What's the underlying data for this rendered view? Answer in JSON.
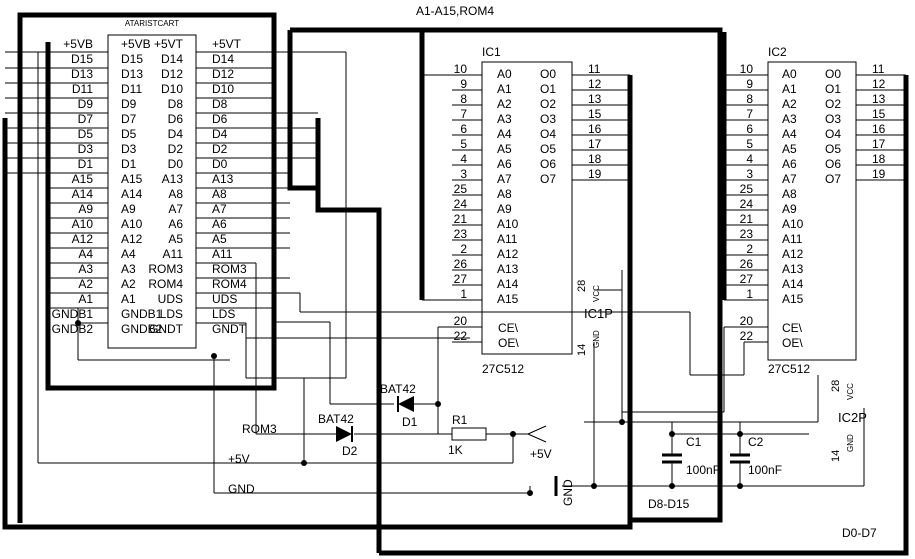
{
  "title": "A1-A15,ROM4",
  "cart": {
    "label": "ATARISTCART",
    "left_outer": [
      "+5VB",
      "D15",
      "D13",
      "D11",
      "D9",
      "D7",
      "D5",
      "D3",
      "D1",
      "A15",
      "A14",
      "A9",
      "A10",
      "A12",
      "A4",
      "A3",
      "A2",
      "A1",
      "GNDB1",
      "GNDB2"
    ],
    "left_inner": [
      "+5VB",
      "D15",
      "D13",
      "D11",
      "D9",
      "D7",
      "D5",
      "D3",
      "D1",
      "A15",
      "A14",
      "A9",
      "A10",
      "A12",
      "A4",
      "A3",
      "A2",
      "A1",
      "GNDB1",
      "GNDB2"
    ],
    "right_inner": [
      "+5VT",
      "D14",
      "D12",
      "D10",
      "D8",
      "D6",
      "D4",
      "D2",
      "D0",
      "A13",
      "A8",
      "A7",
      "A6",
      "A5",
      "A11",
      "ROM3",
      "ROM4",
      "UDS",
      "LDS",
      "GNDT"
    ],
    "right_outer": [
      "+5VT",
      "D14",
      "D12",
      "D10",
      "D8",
      "D6",
      "D4",
      "D2",
      "D0",
      "A13",
      "A8",
      "A7",
      "A6",
      "A5",
      "A11",
      "ROM3",
      "ROM4",
      "UDS",
      "LDS",
      "GNDT"
    ]
  },
  "ic1": {
    "name": "IC1",
    "part": "27C512",
    "power_name": "IC1P",
    "addr_pins": [
      "10",
      "9",
      "8",
      "7",
      "6",
      "5",
      "4",
      "3",
      "25",
      "24",
      "21",
      "23",
      "2",
      "26",
      "27",
      "1"
    ],
    "addr_names": [
      "A0",
      "A1",
      "A2",
      "A3",
      "A4",
      "A5",
      "A6",
      "A7",
      "A8",
      "A9",
      "A10",
      "A11",
      "A12",
      "A13",
      "A14",
      "A15"
    ],
    "data_names": [
      "O0",
      "O1",
      "O2",
      "O3",
      "O4",
      "O5",
      "O6",
      "O7"
    ],
    "data_pins": [
      "11",
      "12",
      "13",
      "15",
      "16",
      "17",
      "18",
      "19"
    ],
    "ctrl_pins": [
      "20",
      "22"
    ],
    "ctrl_names": [
      "CE\\",
      "OE\\"
    ],
    "vcc_pin": "28",
    "vcc": "VCC",
    "gnd_pin": "14",
    "gnd": "GND"
  },
  "ic2": {
    "name": "IC2",
    "part": "27C512",
    "power_name": "IC2P",
    "addr_pins": [
      "10",
      "9",
      "8",
      "7",
      "6",
      "5",
      "4",
      "3",
      "25",
      "24",
      "21",
      "23",
      "2",
      "26",
      "27",
      "1"
    ],
    "addr_names": [
      "A0",
      "A1",
      "A2",
      "A3",
      "A4",
      "A5",
      "A6",
      "A7",
      "A8",
      "A9",
      "A10",
      "A11",
      "A12",
      "A13",
      "A14",
      "A15"
    ],
    "data_names": [
      "O0",
      "O1",
      "O2",
      "O3",
      "O4",
      "O5",
      "O6",
      "O7"
    ],
    "data_pins": [
      "11",
      "12",
      "13",
      "15",
      "16",
      "17",
      "18",
      "19"
    ],
    "ctrl_pins": [
      "20",
      "22"
    ],
    "ctrl_names": [
      "CE\\",
      "OE\\"
    ],
    "vcc_pin": "28",
    "vcc": "VCC",
    "gnd_pin": "14",
    "gnd": "GND"
  },
  "parts": {
    "d1_type": "BAT42",
    "d1_name": "D1",
    "d2_type": "BAT42",
    "d2_name": "D2",
    "r1_name": "R1",
    "r1_value": "1K",
    "c1_name": "C1",
    "c1_value": "100nF",
    "c2_name": "C2",
    "c2_value": "100nF",
    "vcc_label": "+5V",
    "gnd_symbol": "GND"
  },
  "nets": {
    "rom3": "ROM3",
    "plus5v": "+5V",
    "gnd": "GND",
    "bus_hi": "D8-D15",
    "bus_lo": "D0-D7"
  }
}
